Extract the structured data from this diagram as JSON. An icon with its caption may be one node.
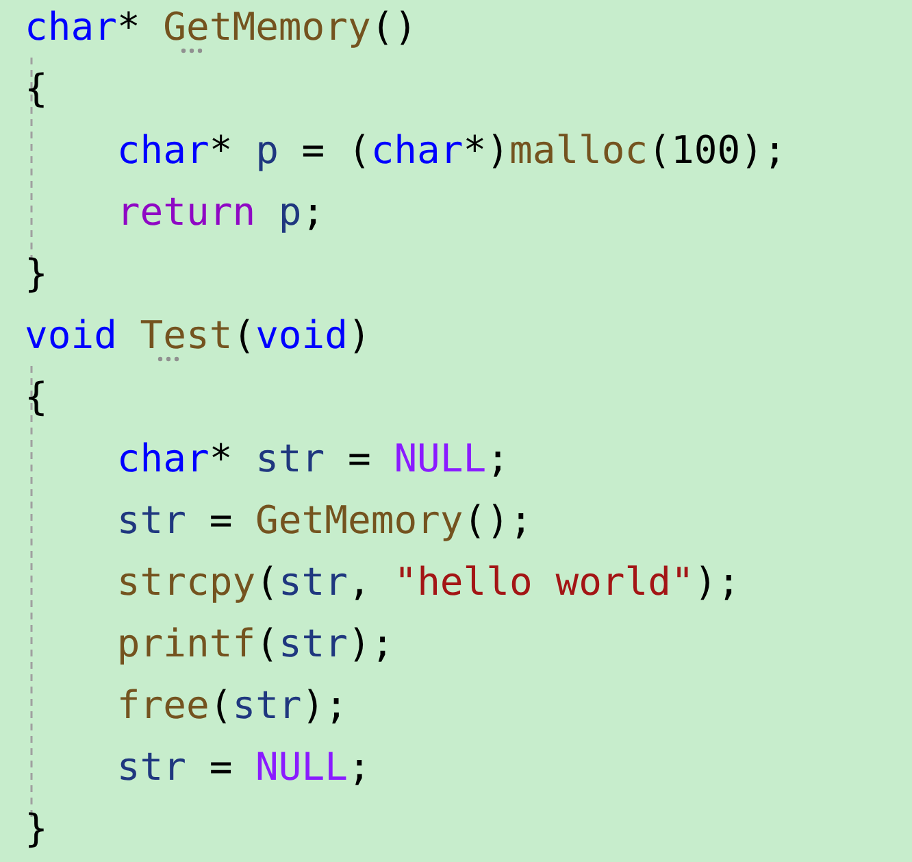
{
  "diagram": {
    "labels": [
      "char",
      "*",
      "GetMemory",
      "()",
      "{",
      "char",
      "*",
      "p",
      "=",
      "(",
      "char",
      "*)",
      "malloc",
      "(",
      "100",
      ");",
      "return",
      "p",
      ";",
      "}",
      "void",
      "Test",
      "(",
      "void",
      ")",
      "{",
      "char",
      "*",
      "str",
      "=",
      "NULL",
      ";",
      "str",
      "=",
      "GetMemory",
      "();",
      "strcpy",
      "(",
      "str",
      ",",
      "\"hello world\"",
      ");",
      "printf",
      "(",
      "str",
      ");",
      "free",
      "(",
      "str",
      ");",
      "str",
      "=",
      "NULL",
      ";",
      "}"
    ]
  }
}
